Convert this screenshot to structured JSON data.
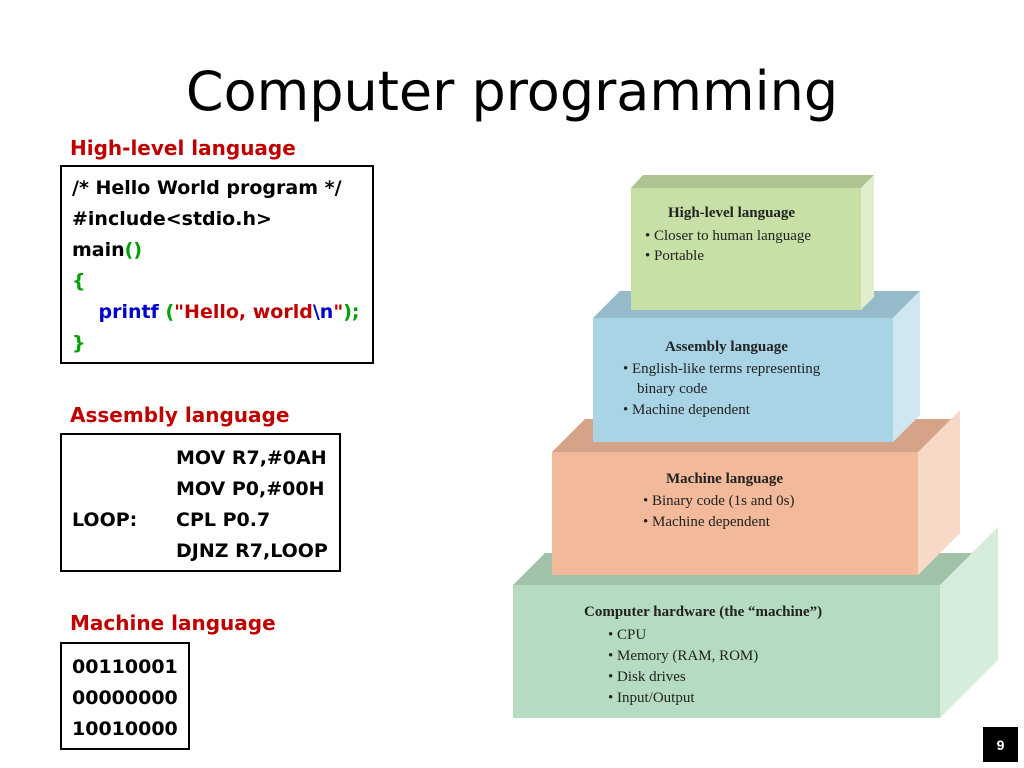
{
  "slide": {
    "title": "Computer programming",
    "page_number": "9"
  },
  "high_level": {
    "label": "High-level language",
    "code": {
      "comment": "/* Hello World program */",
      "include": "#include<stdio.h>",
      "main_name": "main",
      "main_parens": "()",
      "open_brace": "{",
      "printf_name": "printf",
      "open_paren": "(",
      "quote_open": "\"",
      "string_text": "Hello, world",
      "escape": "\\n",
      "quote_close": "\"",
      "close_paren_semicolon": ");",
      "close_brace": "}"
    }
  },
  "assembly": {
    "label": "Assembly language",
    "lines": [
      {
        "label": "",
        "instruction": "MOV R7,#0AH"
      },
      {
        "label": "",
        "instruction": "MOV P0,#00H"
      },
      {
        "label": "LOOP:",
        "instruction": "CPL P0.7"
      },
      {
        "label": "",
        "instruction": "DJNZ R7,LOOP"
      }
    ]
  },
  "machine": {
    "label": "Machine language",
    "lines": [
      "00110001",
      "00000000",
      "10010000"
    ]
  },
  "pyramid": {
    "colors": {
      "high_level": "#c6e0a5",
      "assembly": "#a9d4e6",
      "machine": "#f2b99a",
      "hardware": "#b5dcc0"
    },
    "levels": [
      {
        "key": "high_level",
        "title": "High-level language",
        "bullets": [
          "• Closer to human language",
          "• Portable"
        ]
      },
      {
        "key": "assembly",
        "title": "Assembly language",
        "bullets": [
          "• English-like terms representing",
          "binary code",
          "• Machine dependent"
        ]
      },
      {
        "key": "machine",
        "title": "Machine language",
        "bullets": [
          "• Binary code (1s and 0s)",
          "• Machine dependent"
        ]
      },
      {
        "key": "hardware",
        "title": "Computer hardware (the “machine”)",
        "bullets": [
          "• CPU",
          "• Memory (RAM, ROM)",
          "• Disk drives",
          "• Input/Output"
        ]
      }
    ]
  }
}
